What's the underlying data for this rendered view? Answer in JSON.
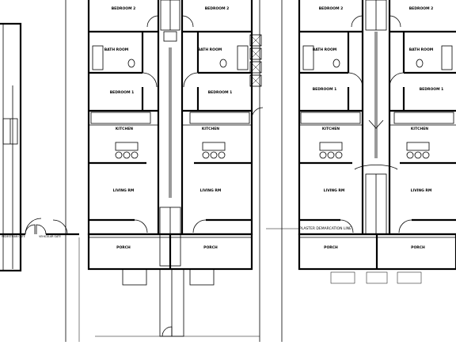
{
  "labels": {
    "bedroom1": "BEDROOM 1",
    "bedroom2": "BEDROOM 2",
    "bath": "BATH ROOM",
    "kitchen": "KITCHEN",
    "living": "LIVING RM",
    "porch": "PORCH",
    "pedestrian_gate": "PEDESTRIAN GATE",
    "vehicular_gate": "VEHICULAR GATE",
    "callout": "PLASTER DEMARCATION LINE"
  },
  "colors": {
    "line": "#000000",
    "background": "#ffffff"
  }
}
